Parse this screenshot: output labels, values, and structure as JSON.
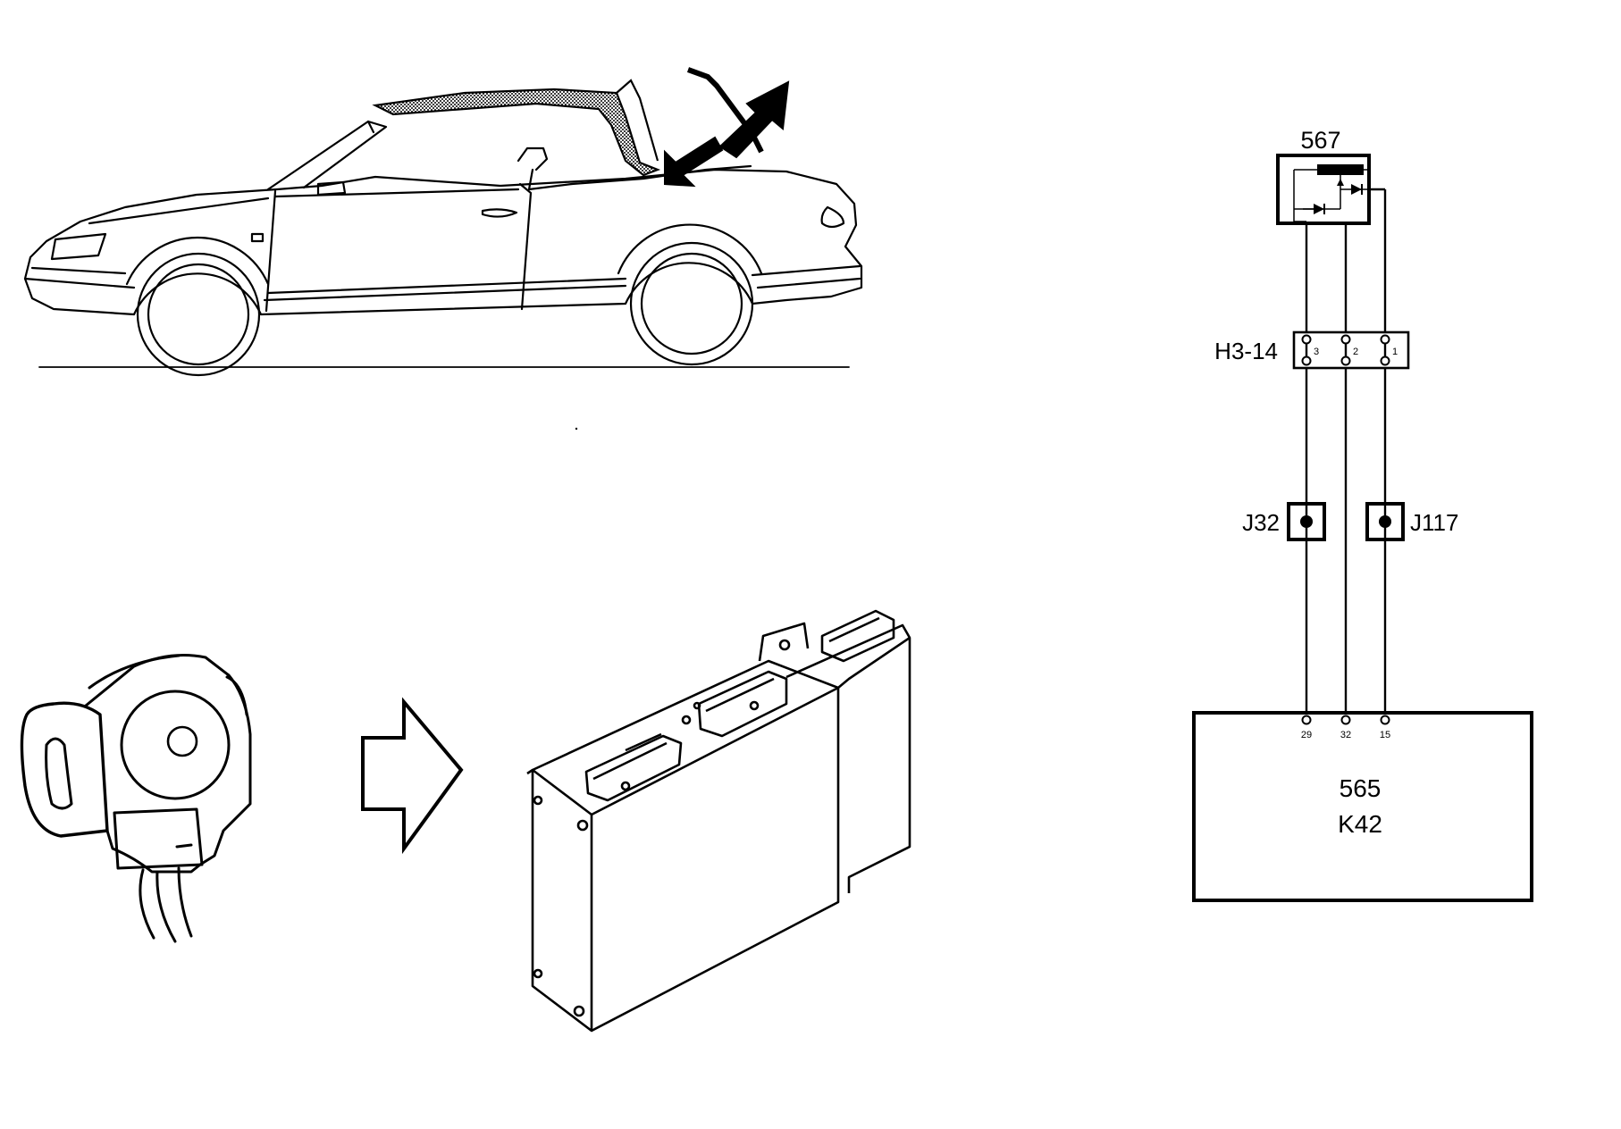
{
  "schematic": {
    "component_567": {
      "label": "567"
    },
    "connector_h3_14": {
      "label": "H3-14",
      "pins": [
        "3",
        "2",
        "1"
      ]
    },
    "junction_j32": {
      "label": "J32"
    },
    "junction_j117": {
      "label": "J117"
    },
    "control_module": {
      "line1": "565",
      "line2": "K42",
      "pins": [
        "29",
        "32",
        "15"
      ]
    }
  },
  "illustrations": {
    "car": {
      "icon": "convertible-car-icon"
    },
    "sensor": {
      "icon": "position-sensor-icon"
    },
    "arrow": {
      "icon": "right-arrow-icon"
    },
    "module": {
      "icon": "control-module-icon"
    }
  },
  "colors": {
    "line": "#000000",
    "fill_dark": "#555555",
    "background": "#ffffff"
  }
}
